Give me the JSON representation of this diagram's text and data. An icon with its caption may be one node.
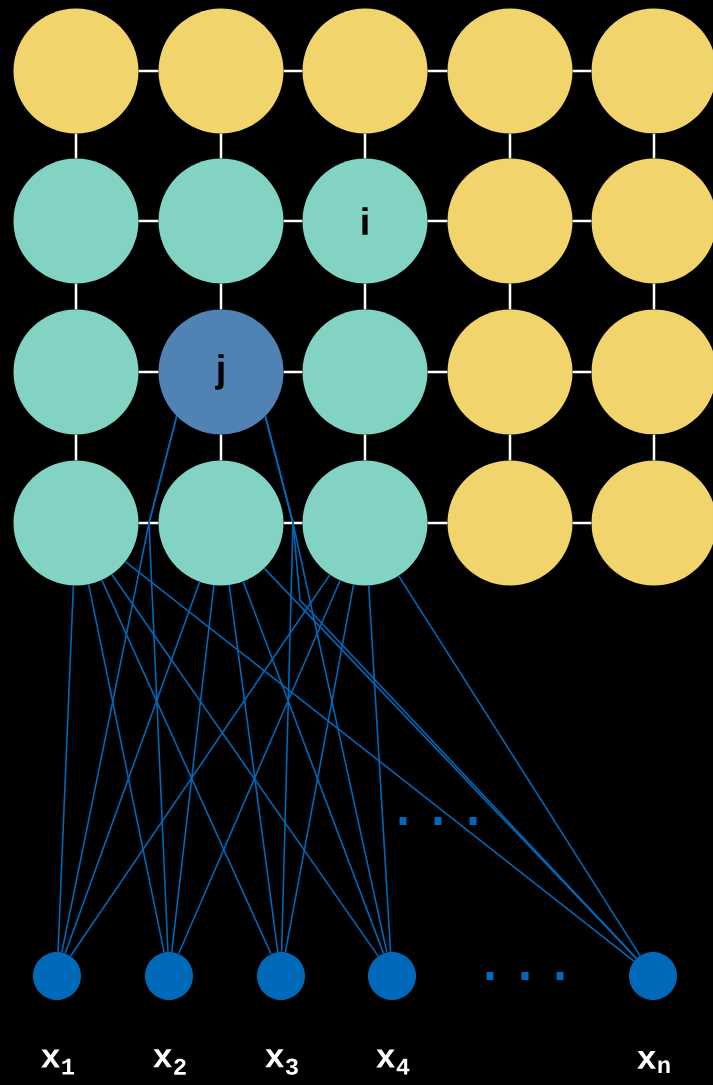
{
  "diagram": {
    "nodes": [
      {
        "text": [],
        "shape": "circle"
      },
      {
        "text": [],
        "shape": "circle"
      },
      {
        "text": [],
        "shape": "circle"
      },
      {
        "text": [],
        "shape": "circle"
      },
      {
        "text": [],
        "shape": "circle"
      },
      {
        "text": [],
        "shape": "circle"
      },
      {
        "text": [],
        "shape": "circle"
      },
      {
        "text": [
          "i"
        ]
      },
      {
        "text": [],
        "shape": "circle"
      },
      {
        "text": [],
        "shape": "circle"
      },
      {
        "text": [],
        "shape": "circle"
      },
      {
        "text": [
          "j"
        ]
      },
      {
        "text": [],
        "shape": "circle"
      },
      {
        "text": [],
        "shape": "circle"
      },
      {
        "text": [],
        "shape": "circle"
      },
      {
        "text": [],
        "shape": "circle"
      },
      {
        "text": [],
        "shape": "circle"
      },
      {
        "text": [],
        "shape": "circle"
      },
      {
        "text": [],
        "shape": "circle"
      },
      {
        "text": [],
        "shape": "circle"
      },
      {
        "text": [],
        "shape": "circle",
        "beside": [
          "x$_{1}$"
        ]
      },
      {
        "text": [],
        "shape": "circle",
        "beside": [
          "x$_{2}$"
        ]
      },
      {
        "text": [],
        "shape": "circle",
        "beside": [
          "x$_{3}$"
        ]
      },
      {
        "text": [],
        "shape": "circle",
        "beside": [
          "x$_{4}$"
        ]
      },
      {
        "text": [],
        "shape": "circle",
        "beside": [
          "x$_{n}$"
        ]
      }
    ],
    "edges": [
      {
        "from": 0,
        "to": 1,
        "arrow": "none"
      },
      {
        "from": 1,
        "to": 2,
        "arrow": "none"
      },
      {
        "from": 2,
        "to": 3,
        "arrow": "none"
      },
      {
        "from": 3,
        "to": 4,
        "arrow": "none"
      },
      {
        "from": 5,
        "to": 6,
        "arrow": "none"
      },
      {
        "from": 6,
        "to": 7,
        "arrow": "none"
      },
      {
        "from": 7,
        "to": 8,
        "arrow": "none"
      },
      {
        "from": 8,
        "to": 9,
        "arrow": "none"
      },
      {
        "from": 10,
        "to": 11,
        "arrow": "none"
      },
      {
        "from": 11,
        "to": 12,
        "arrow": "none"
      },
      {
        "from": 12,
        "to": 13,
        "arrow": "none"
      },
      {
        "from": 13,
        "to": 14,
        "arrow": "none"
      },
      {
        "from": 15,
        "to": 16,
        "arrow": "none"
      },
      {
        "from": 16,
        "to": 17,
        "arrow": "none"
      },
      {
        "from": 17,
        "to": 18,
        "arrow": "none"
      },
      {
        "from": 18,
        "to": 19,
        "arrow": "none"
      },
      {
        "from": 0,
        "to": 5,
        "arrow": "none"
      },
      {
        "from": 1,
        "to": 6,
        "arrow": "none"
      },
      {
        "from": 2,
        "to": 7,
        "arrow": "none"
      },
      {
        "from": 3,
        "to": 8,
        "arrow": "none"
      },
      {
        "from": 4,
        "to": 9,
        "arrow": "none"
      },
      {
        "from": 5,
        "to": 10,
        "arrow": "none"
      },
      {
        "from": 6,
        "to": 11,
        "arrow": "none"
      },
      {
        "from": 7,
        "to": 12,
        "arrow": "none"
      },
      {
        "from": 8,
        "to": 13,
        "arrow": "none"
      },
      {
        "from": 9,
        "to": 14,
        "arrow": "none"
      },
      {
        "from": 10,
        "to": 15,
        "arrow": "none"
      },
      {
        "from": 11,
        "to": 16,
        "arrow": "none"
      },
      {
        "from": 12,
        "to": 17,
        "arrow": "none"
      },
      {
        "from": 13,
        "to": 18,
        "arrow": "none"
      },
      {
        "from": 14,
        "to": 19,
        "arrow": "none"
      },
      {
        "from": 20,
        "to": 15,
        "arrow": "none",
        "color": "#0068b8"
      },
      {
        "from": 20,
        "to": 16,
        "arrow": "none",
        "color": "#0068b8"
      },
      {
        "from": 20,
        "to": 17,
        "arrow": "none",
        "color": "#0068b8"
      },
      {
        "from": 20,
        "to": 11,
        "arrow": "none",
        "color": "#0068b8"
      },
      {
        "from": 21,
        "to": 15,
        "arrow": "none",
        "color": "#0068b8"
      },
      {
        "from": 21,
        "to": 16,
        "arrow": "none",
        "color": "#0068b8"
      },
      {
        "from": 21,
        "to": 17,
        "arrow": "none",
        "color": "#0068b8"
      },
      {
        "from": 21,
        "to": 11,
        "arrow": "none",
        "color": "#0068b8"
      },
      {
        "from": 22,
        "to": 15,
        "arrow": "none",
        "color": "#0068b8"
      },
      {
        "from": 22,
        "to": 16,
        "arrow": "none",
        "color": "#0068b8"
      },
      {
        "from": 22,
        "to": 17,
        "arrow": "none",
        "color": "#0068b8"
      },
      {
        "from": 22,
        "to": 11,
        "arrow": "none",
        "color": "#0068b8"
      },
      {
        "from": 23,
        "to": 15,
        "arrow": "none",
        "color": "#0068b8"
      },
      {
        "from": 23,
        "to": 16,
        "arrow": "none",
        "color": "#0068b8"
      },
      {
        "from": 23,
        "to": 17,
        "arrow": "none",
        "color": "#0068b8"
      },
      {
        "from": 23,
        "to": 11,
        "arrow": "none",
        "color": "#0068b8"
      },
      {
        "from": 24,
        "to": 15,
        "arrow": "none",
        "color": "#0068b8"
      },
      {
        "from": 24,
        "to": 16,
        "arrow": "none",
        "color": "#0068b8"
      },
      {
        "from": 24,
        "to": 17,
        "arrow": "none",
        "color": "#0068b8"
      },
      {
        "from": 24,
        "to": 11,
        "arrow": "none",
        "color": "#0068b8"
      }
    ]
  }
}
